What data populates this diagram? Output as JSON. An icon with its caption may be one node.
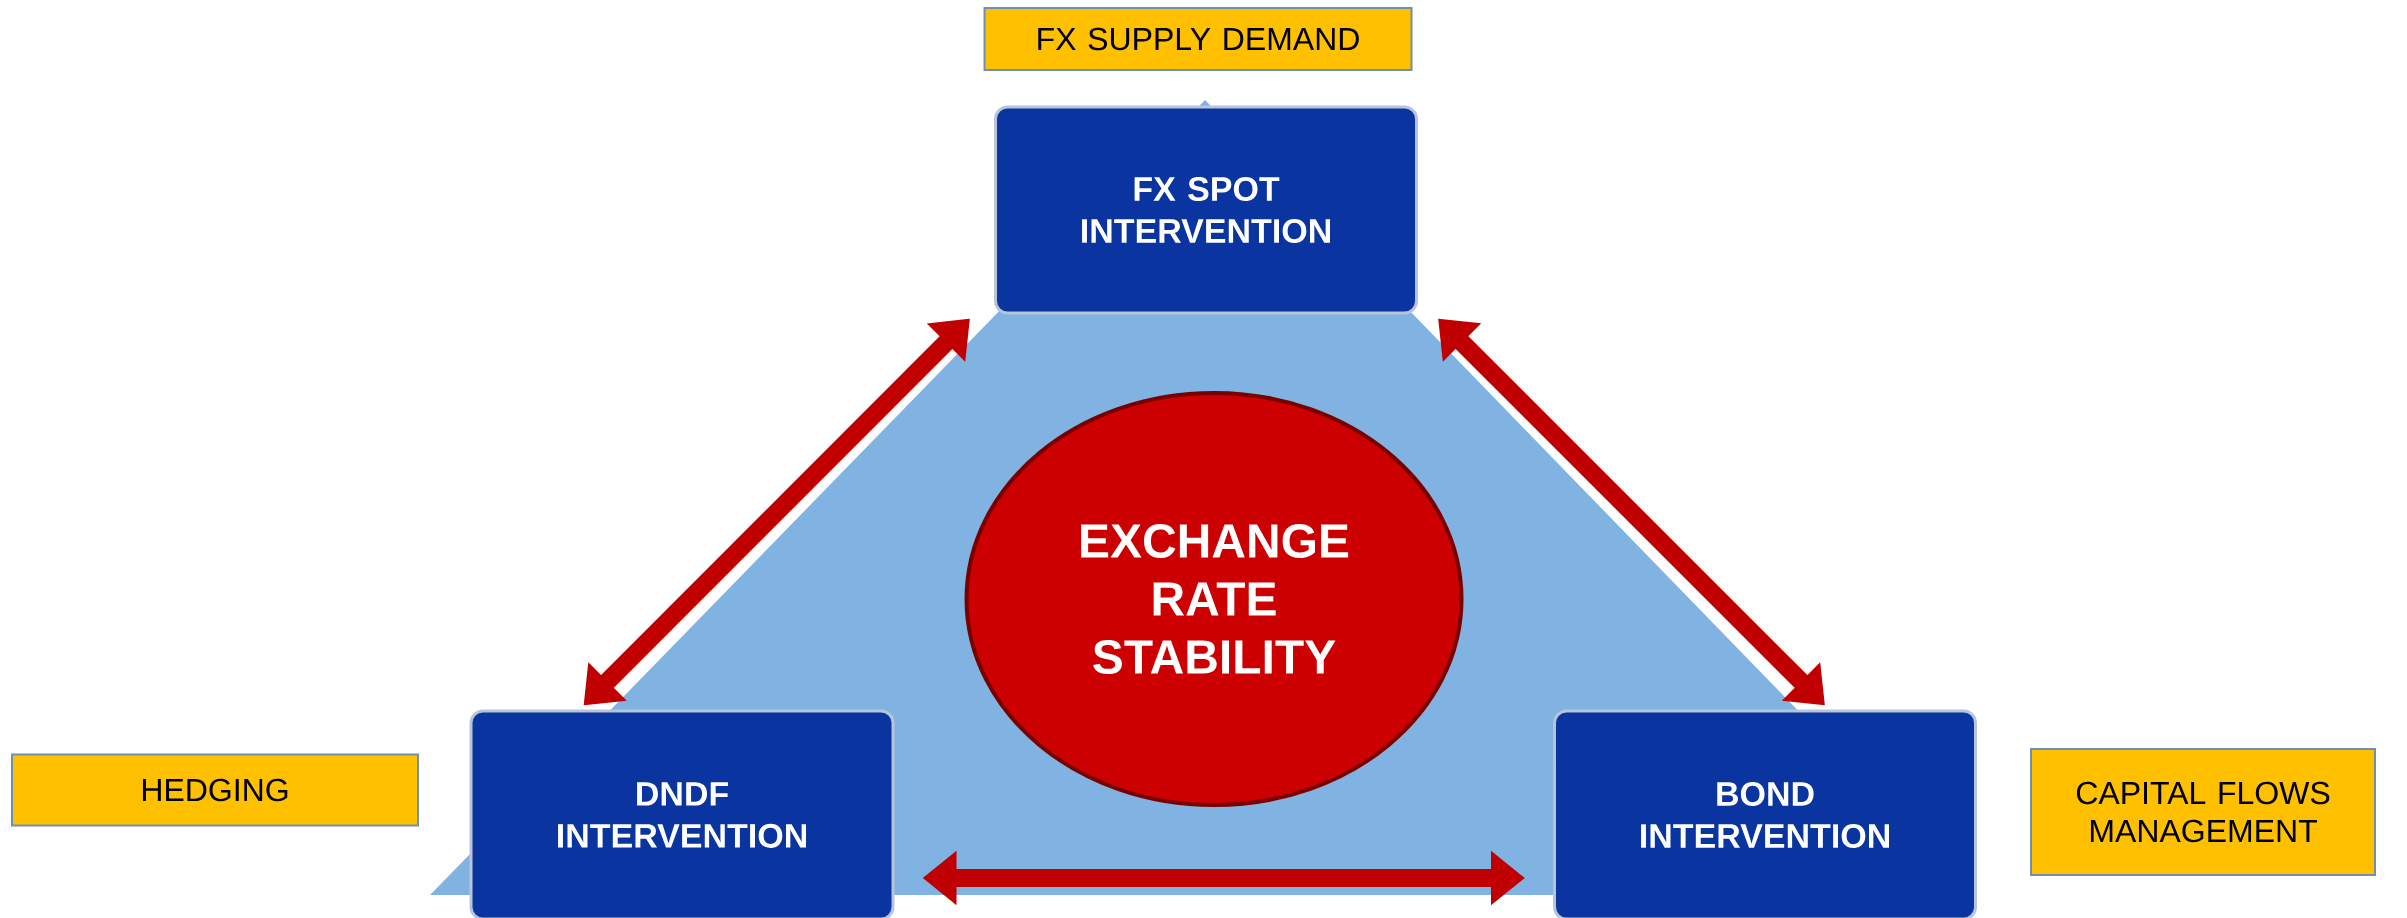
{
  "diagram": {
    "nodes": [
      {
        "text": [
          "FX SUPPLY DEMAND"
        ]
      },
      {
        "text": [
          "FX SPOT INTERVENTION"
        ]
      },
      {
        "text": [
          "EXCHANGE RATE STABILITY"
        ]
      },
      {
        "text": [
          "HEDGING"
        ]
      },
      {
        "text": [
          "DNDF INTERVENTION"
        ]
      },
      {
        "text": [
          "BOND INTERVENTION"
        ]
      },
      {
        "text": [
          "CAPITAL FLOWS MANAGEMENT"
        ]
      }
    ],
    "edges": [
      {
        "from": 1,
        "to": 4,
        "arrow": "both"
      },
      {
        "from": 1,
        "to": 5,
        "arrow": "both"
      },
      {
        "from": 4,
        "to": 5,
        "arrow": "both"
      }
    ]
  }
}
